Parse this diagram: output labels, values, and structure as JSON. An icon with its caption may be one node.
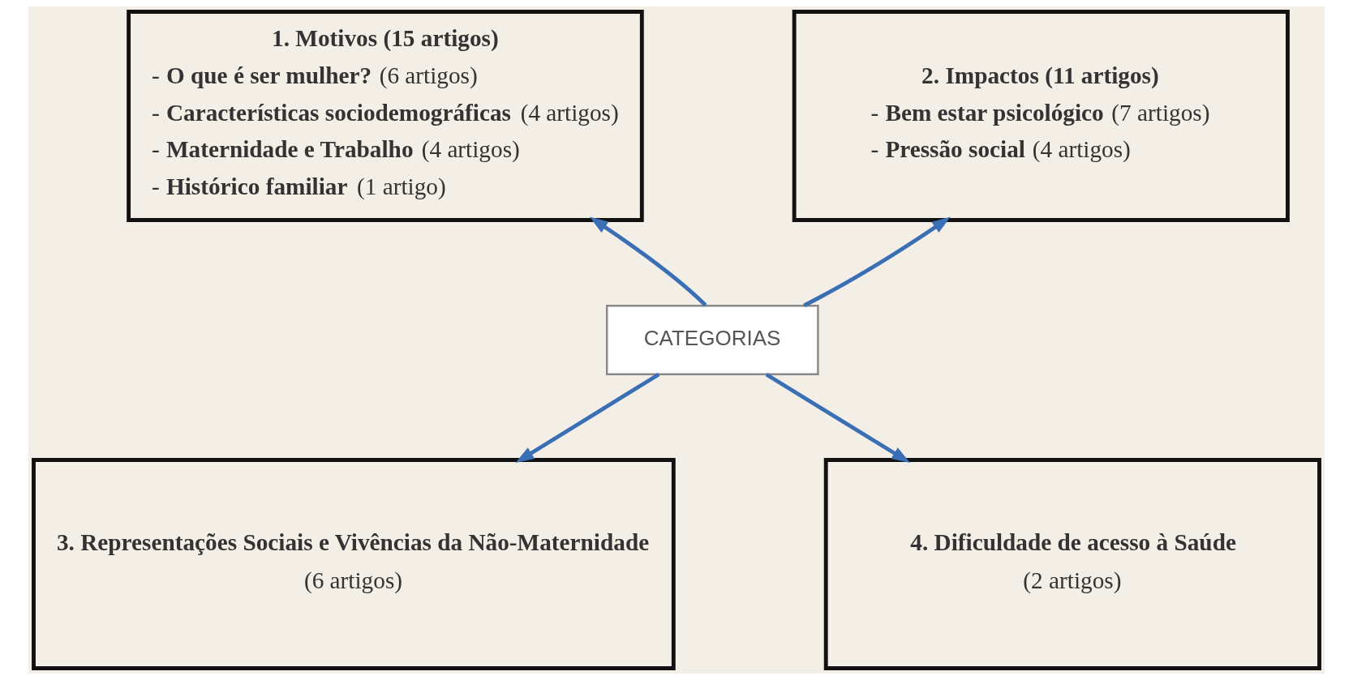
{
  "diagram": {
    "nodes": [
      {
        "text": [
          "1. Motivos (15 artigos)",
          "- **O que é ser mulher?** (6 artigos)",
          "- **Características sociodemográficas** (4 artigos)",
          "- **Maternidade e Trabalho** (4 artigos)",
          "- **Histórico familiar** (1 artigo)"
        ]
      },
      {
        "text": [
          "2. Impactos (11 artigos)",
          "- **Bem estar psicológico** (7 artigos)",
          "- **Pressão social** (4 artigos)"
        ]
      },
      {
        "text": [
          "CATEGORIAS"
        ]
      },
      {
        "text": [
          "3. Representações Sociais e Vivências da Não-Maternidade",
          "(6 artigos)"
        ]
      },
      {
        "text": [
          "4. Dificuldade de acesso à Saúde",
          "(2 artigos)"
        ]
      }
    ],
    "edges": [
      {
        "from": 2,
        "to": 0,
        "arrow": "to"
      },
      {
        "from": 2,
        "to": 1,
        "arrow": "to"
      },
      {
        "from": 2,
        "to": 3,
        "arrow": "to"
      },
      {
        "from": 2,
        "to": 4,
        "arrow": "to"
      }
    ]
  }
}
